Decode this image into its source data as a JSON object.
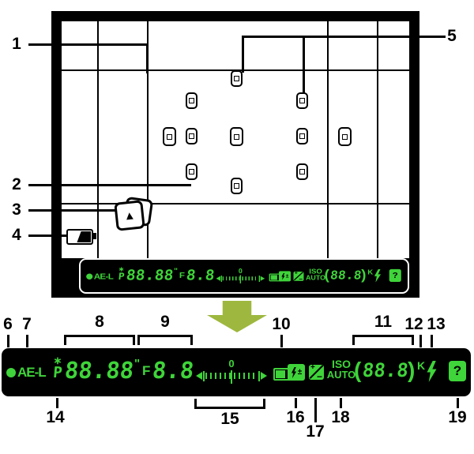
{
  "callouts": {
    "c1": "1",
    "c2": "2",
    "c3": "3",
    "c4": "4",
    "c5": "5",
    "c6": "6",
    "c7": "7",
    "c8": "8",
    "c9": "9",
    "c10": "10",
    "c11": "11",
    "c12": "12",
    "c13": "13",
    "c14": "14",
    "c15": "15",
    "c16": "16",
    "c17": "17",
    "c18": "18",
    "c19": "19"
  },
  "display": {
    "ae_lock": "AE-L",
    "flexible_program_star": "∗",
    "mode": "P",
    "shutter_speed": "88.88",
    "seconds_mark": "\"",
    "aperture_label": "F",
    "aperture_value": "8.8",
    "exposure_zero": "0",
    "flash_comp_plus_minus": "±",
    "exp_comp_plus": "+",
    "exp_comp_minus": "−",
    "iso_label": "ISO",
    "iso_auto": "AUTO",
    "count_open": "(",
    "frame_count": "88.8",
    "count_close": ")",
    "thousands_label": "K",
    "help_mark": "?"
  },
  "viewfinder": {
    "card_warning_mark": "▲"
  },
  "icons": {
    "focus_indicator": "green-dot-icon",
    "no_memory_card": "card-warning-icon",
    "low_battery": "battery-low-icon",
    "battery_status": "battery-icon",
    "flash_compensation": "lightning-plus-minus-icon",
    "exposure_compensation": "plus-minus-box-icon",
    "flash_ready": "lightning-bolt-icon",
    "help": "question-mark-box-icon",
    "transition": "down-arrow-icon"
  },
  "colors": {
    "lcd_green": "#3fd43a",
    "arrow_green": "#9eb83f",
    "lcd_background": "#000000"
  }
}
